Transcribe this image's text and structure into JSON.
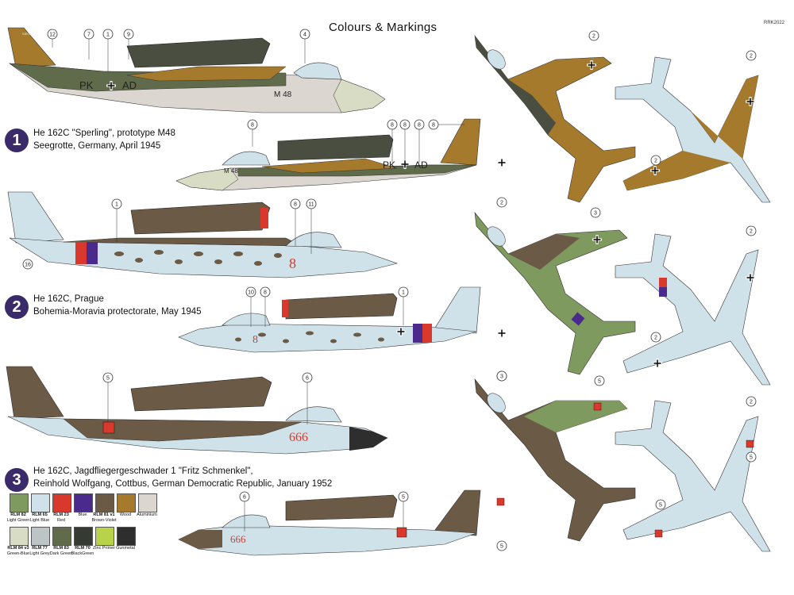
{
  "header": {
    "title": "Colours & Markings",
    "code": "RRK2022"
  },
  "schemes": [
    {
      "number": "1",
      "line1": "He 162C \"Sperling\", prototype M48",
      "line2": "Seegrotte, Germany, April 1945",
      "codes_left": "PK",
      "codes_right": "AD",
      "side_code": "M 48",
      "tail_code": "SIEGER"
    },
    {
      "number": "2",
      "line1": "He 162C, Prague",
      "line2": "Bohemia-Moravia protectorate, May 1945",
      "side_num": "8"
    },
    {
      "number": "3",
      "line1": "He 162C, Jagdfliegergeschwader 1 \"Fritz Schmenkel\",",
      "line2": "Reinhold  Wolfgang, Cottbus, German Democratic Republic, January 1952",
      "side_num": "666"
    }
  ],
  "callouts": {
    "c1": "12",
    "c2": "7",
    "c3": "1",
    "c4": "9",
    "c5": "4",
    "c6": "8",
    "c7": "8",
    "c8": "8",
    "c9": "8",
    "c10": "8",
    "c11": "1",
    "c12": "8",
    "c13": "11",
    "c14": "16",
    "c15": "10",
    "c16": "8",
    "c17": "1",
    "c18": "5",
    "c19": "6",
    "c20": "6",
    "c21": "5",
    "p1": "2",
    "p2": "2",
    "p3": "2",
    "p4": "2",
    "p5": "3",
    "p6": "3",
    "p7": "2",
    "p8": "2",
    "p9": "3",
    "p10": "5",
    "p11": "5",
    "p12": "5",
    "p13": "5",
    "p14": "2"
  },
  "colors": {
    "light_green": "#7e9a5e",
    "light_blue": "#cfe2ea",
    "red": "#d8392c",
    "blue": "#4a2a8c",
    "brown_violet": "#6b5a45",
    "wood": "#a67a2c",
    "aluminium": "#dcd6d0",
    "green_blue": "#d8dcc4",
    "light_grey": "#bcc4c6",
    "dark_green": "#5f6b4a",
    "black_green": "#353a32",
    "zinc_primer": "#b8d24a",
    "gunmetal": "#2e2e2e"
  },
  "legend": [
    {
      "code": "RLM 82",
      "name": "Light Green",
      "color": "#7e9a5e"
    },
    {
      "code": "RLM 65",
      "name": "Light Blue",
      "color": "#cfe2ea"
    },
    {
      "code": "RLM 23",
      "name": "Red",
      "color": "#d8392c"
    },
    {
      "code": "",
      "name": "Blue",
      "color": "#4a2a8c"
    },
    {
      "code": "RLM 81 v1",
      "name": "Brown-Violet",
      "color": "#6b5a45"
    },
    {
      "code": "",
      "name": "Wood",
      "color": "#a67a2c"
    },
    {
      "code": "",
      "name": "Aluminium",
      "color": "#dcd6d0"
    },
    {
      "code": "RLM 84 v3",
      "name": "Green-Blue",
      "color": "#d8dcc4"
    },
    {
      "code": "RLM 77",
      "name": "Light Grey",
      "color": "#bcc4c6"
    },
    {
      "code": "RLM 83",
      "name": "Dark Green",
      "color": "#5f6b4a"
    },
    {
      "code": "RLM 70",
      "name": "BlackGreen",
      "color": "#353a32"
    },
    {
      "code": "",
      "name": "Zinc Primer",
      "color": "#b8d24a"
    },
    {
      "code": "",
      "name": "Gunmetal",
      "color": "#2e2e2e"
    }
  ]
}
